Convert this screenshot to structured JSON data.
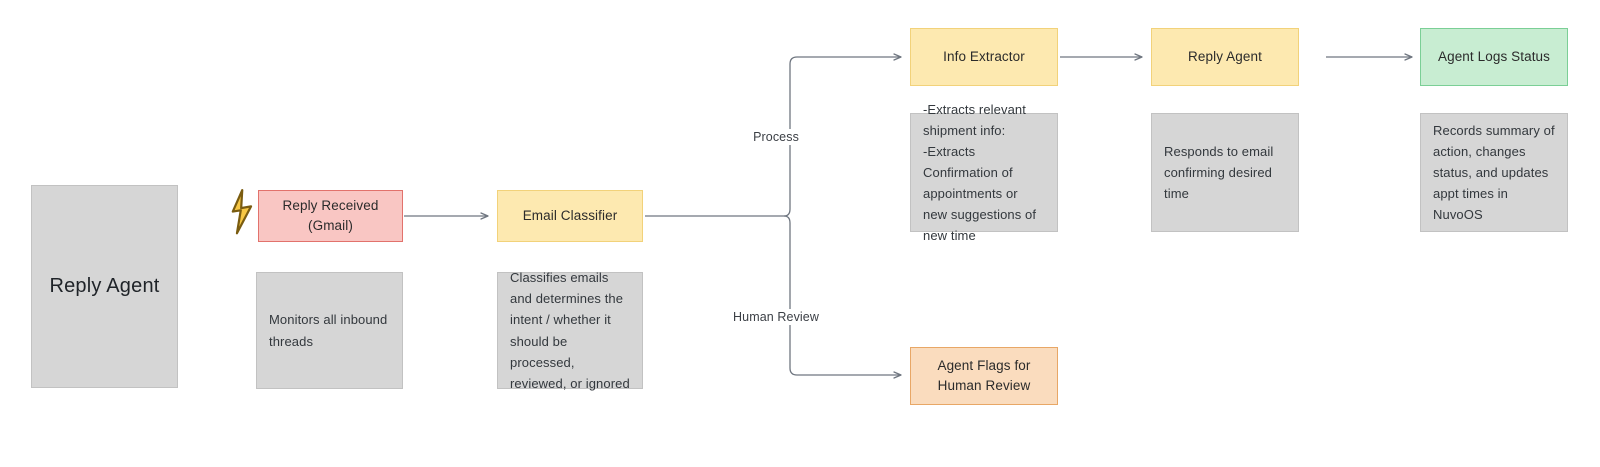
{
  "diagram": {
    "title": "Reply Agent",
    "group_label": "Reply Agent",
    "nodes": {
      "trigger": {
        "label": "Reply Received\n(Gmail)",
        "color": "#f9c6c3",
        "icon": "lightning-bolt-icon"
      },
      "classifier": {
        "label": "Email Classifier",
        "color": "#fde9b0"
      },
      "info_extractor": {
        "label": "Info Extractor",
        "color": "#fde9b0"
      },
      "reply_agent": {
        "label": "Reply Agent",
        "color": "#fde9b0"
      },
      "logs_status": {
        "label": "Agent Logs Status",
        "color": "#c8edd2"
      },
      "human_review": {
        "label": "Agent Flags for Human Review",
        "color": "#fadcbe"
      }
    },
    "notes": {
      "trigger_note": "Monitors all inbound threads",
      "classifier_note": "Classifies emails and determines the intent / whether it should be processed, reviewed, or ignored",
      "extractor_note": "-Extracts relevant shipment info:\n-Extracts Confirmation of appointments or new suggestions of new time",
      "reply_note": "Responds to email confirming desired time",
      "logs_note": "Records summary of action, changes status, and updates appt times in NuvoOS"
    },
    "edge_labels": {
      "process": "Process",
      "human_review": "Human Review"
    },
    "edge_color": "#6f7680"
  }
}
